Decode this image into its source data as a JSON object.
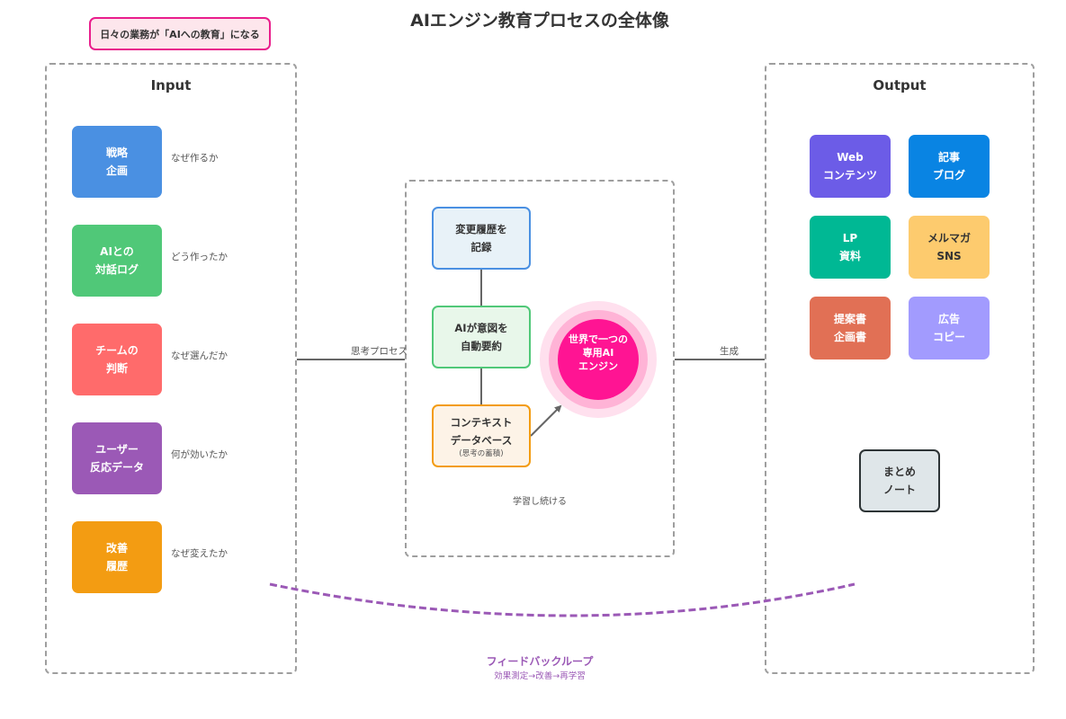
{
  "title": "AIエンジン教育プロセスの全体像",
  "badge": "日々の業務が「AIへの教育」になる",
  "input": {
    "title": "Input",
    "items": [
      {
        "label": "戦略\n企画",
        "note": "なぜ作るか",
        "color": "#4a90e2"
      },
      {
        "label": "AIとの\n対話ログ",
        "note": "どう作ったか",
        "color": "#50c878"
      },
      {
        "label": "チームの\n判断",
        "note": "なぜ選んだか",
        "color": "#ff6b6b"
      },
      {
        "label": "ユーザー\n反応データ",
        "note": "何が効いたか",
        "color": "#9b59b6"
      },
      {
        "label": "改善\n履歴",
        "note": "なぜ変えたか",
        "color": "#f39c12"
      }
    ]
  },
  "process": {
    "steps": [
      {
        "label": "変更履歴を\n記録",
        "border": "#4a90e2",
        "fill": "#e8f2f8"
      },
      {
        "label": "AIが意図を\n自動要約",
        "border": "#50c878",
        "fill": "#e8f7ea"
      },
      {
        "label": "コンテキスト\nデータベース",
        "sub": "(思考の蓄積)",
        "border": "#f39c12",
        "fill": "#fdf3e7"
      }
    ],
    "engine": "世界で一つの\n専用AI\nエンジン",
    "engine_color": "#ff1493",
    "caption": "学習し続ける"
  },
  "connectors": {
    "input_to_process": "思考プロセス",
    "process_to_output": "生成"
  },
  "output": {
    "title": "Output",
    "items": [
      {
        "label": "Web\nコンテンツ",
        "color": "#6c5ce7",
        "text": "#ffffff"
      },
      {
        "label": "記事\nブログ",
        "color": "#0984e3",
        "text": "#ffffff"
      },
      {
        "label": "LP\n資料",
        "color": "#00b894",
        "text": "#ffffff"
      },
      {
        "label": "メルマガ\nSNS",
        "color": "#fdcb6e",
        "text": "#333333"
      },
      {
        "label": "提案書\n企画書",
        "color": "#e17055",
        "text": "#ffffff"
      },
      {
        "label": "広告\nコピー",
        "color": "#a29bfe",
        "text": "#ffffff"
      }
    ],
    "summary": "まとめ\nノート"
  },
  "feedback": {
    "title": "フィードバックループ",
    "subtitle": "効果測定→改善→再学習",
    "color": "#9b59b6"
  }
}
